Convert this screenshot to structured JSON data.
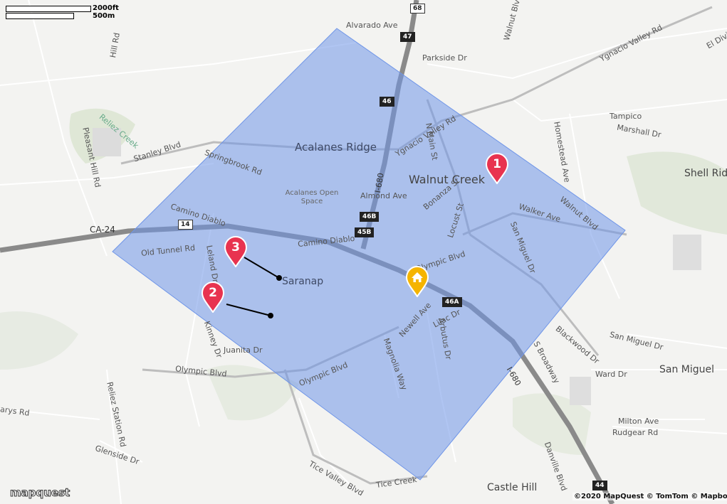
{
  "scale": {
    "feet": "2000ft",
    "meters": "500m"
  },
  "labels": {
    "alvarado": "Alvarado Ave",
    "parkside": "Parkside Dr",
    "walnut_blvd_top": "Walnut Blvd",
    "ygnacio_valley_rd_top": "Ygnacio Valley Rd",
    "el_divisadero": "El Divi",
    "tampico": "Tampico",
    "marshall": "Marshall Dr",
    "homestead": "Homestead Ave",
    "shell_ridge": "Shell Rid",
    "hill_rd": "Hill Rd",
    "reliez_creek": "Reliez Creek",
    "pleasant_hill_rd": "Pleasant Hill Rd",
    "stanley": "Stanley Blvd",
    "springbrook": "Springbrook Rd",
    "acalanes_ridge": "Acalanes Ridge",
    "acalanes_open_space": "Acalanes Open Space",
    "ygnacio_valley_rd": "Ygnacio Valley Rd",
    "n_main": "N Main St",
    "walnut_creek": "Walnut Creek",
    "almond": "Almond Ave",
    "bonanza": "Bonanza St",
    "locust": "Locust St",
    "walker": "Walker Ave",
    "walnut_blvd": "Walnut Blvd",
    "san_miguel_dr_v": "San Miguel Dr",
    "camino_diablo_w": "Camino Diablo",
    "camino_diablo": "Camino Diablo",
    "ca24": "CA-24",
    "old_tunnel": "Old Tunnel Rd",
    "leland": "Leland Dr",
    "saranap": "Saranap",
    "olympic_blvd_e": "Olympic Blvd",
    "kinney": "Kinney Dr",
    "juanita": "Juanita Dr",
    "olympic_blvd_w": "Olympic Blvd",
    "olympic_blvd_s": "Olympic Blvd",
    "newell": "Newell Ave",
    "lilac": "Lilac Dr",
    "arbutus": "Arbutus Dr",
    "magnolia": "Magnolia Way",
    "i680": "I-680",
    "i680_s": "I-680",
    "s_broadway": "S Broadway",
    "blackwood": "Blackwood Dr",
    "san_miguel_dr": "San Miguel Dr",
    "ward": "Ward Dr",
    "san_miguel": "San Miguel",
    "reliez_station": "Reliez Station Rd",
    "arys": "arys Rd",
    "glenside": "Glenside Dr",
    "tice_valley": "Tice Valley Blvd",
    "tice_creek": "Tice Creek",
    "castle_hill": "Castle Hill",
    "milton": "Milton Ave",
    "rudgear": "Rudgear Rd",
    "danville": "Danville Blvd"
  },
  "shields": {
    "s47": "47",
    "s46": "46",
    "s46b": "46B",
    "s45b": "45B",
    "s46a": "46A",
    "s14": "14",
    "s44": "44",
    "s68": "68"
  },
  "markers": [
    {
      "number": "1",
      "color": "#e8334f"
    },
    {
      "number": "2",
      "color": "#e8334f"
    },
    {
      "number": "3",
      "color": "#e8334f"
    }
  ],
  "home_marker": {
    "icon": "home-icon",
    "color": "#f5b400"
  },
  "overlay_color": "#6f95e8",
  "logo": "mapquest",
  "copyright": "©2020 MapQuest © TomTom © Mapbo"
}
